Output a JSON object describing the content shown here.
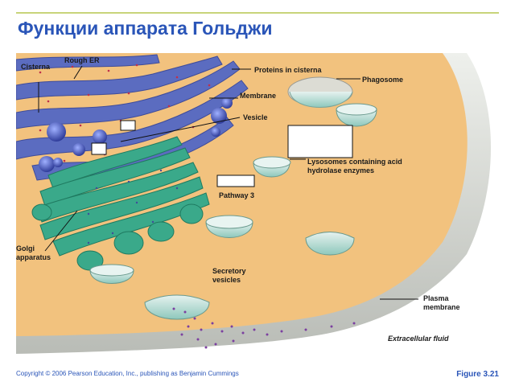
{
  "slide": {
    "title": "Функции аппарата Гольджи",
    "footer_copyright": "Copyright © 2006 Pearson Education, Inc., publishing as Benjamin Cummings",
    "figure_number": "Figure 3.21"
  },
  "diagram": {
    "labels": {
      "cisterna": "Cisterna",
      "rough_er": "Rough ER",
      "proteins_in_cisterna": "Proteins in cisterna",
      "phagosome": "Phagosome",
      "membrane": "Membrane",
      "vesicle": "Vesicle",
      "lysosomes": "Lysosomes containing acid hydrolase enzymes",
      "pathway_3": "Pathway 3",
      "golgi_apparatus": "Golgi apparatus",
      "secretory_vesicles": "Secretory vesicles",
      "plasma_membrane": "Plasma membrane",
      "extracellular_fluid": "Extracellular fluid"
    },
    "colors": {
      "cytoplasm": "#f2c27e",
      "rough_er": "#5b6cc0",
      "golgi": "#3aa98a",
      "membrane": "#d6d8d4",
      "vesicle_fill": "#bfe3dc",
      "secreted_particles": "#7b3fa0",
      "extracellular_fluid": "#ffffff",
      "title": "#2a55b8"
    }
  }
}
